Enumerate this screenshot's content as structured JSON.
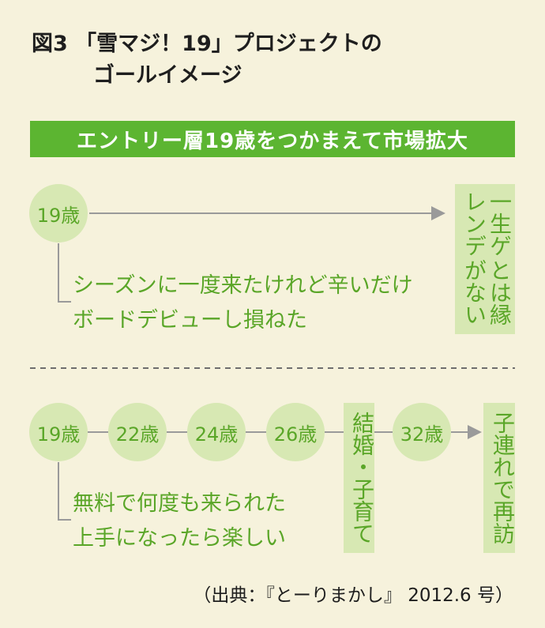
{
  "title": {
    "line1": "図3 「雪マジ！19」プロジェクトの",
    "line2": "ゴールイメージ"
  },
  "banner": "エントリー層19歳をつかまえて市場拡大",
  "section1": {
    "start": "19歳",
    "goal_col1": "一生ゲレンデ",
    "goal_col2": "とは縁がない",
    "note_line1": "シーズンに一度来たけれど辛いだけ",
    "note_line2": "ボードデビューし損ねた"
  },
  "section2": {
    "ages": [
      "19歳",
      "22歳",
      "24歳",
      "26歳"
    ],
    "event": "結婚・子育て",
    "age_after": "32歳",
    "goal": "子連れで再訪",
    "note_line1": "無料で何度も来られた",
    "note_line2": "上手になったら楽しい"
  },
  "source": "（出典：『とーりまかし』 2012.6 号）",
  "colors": {
    "background": "#f6f2dc",
    "banner": "#5cb531",
    "circle": "#d7e8b3",
    "text_green": "#5aa628",
    "line_gray": "#9a9a9a"
  }
}
